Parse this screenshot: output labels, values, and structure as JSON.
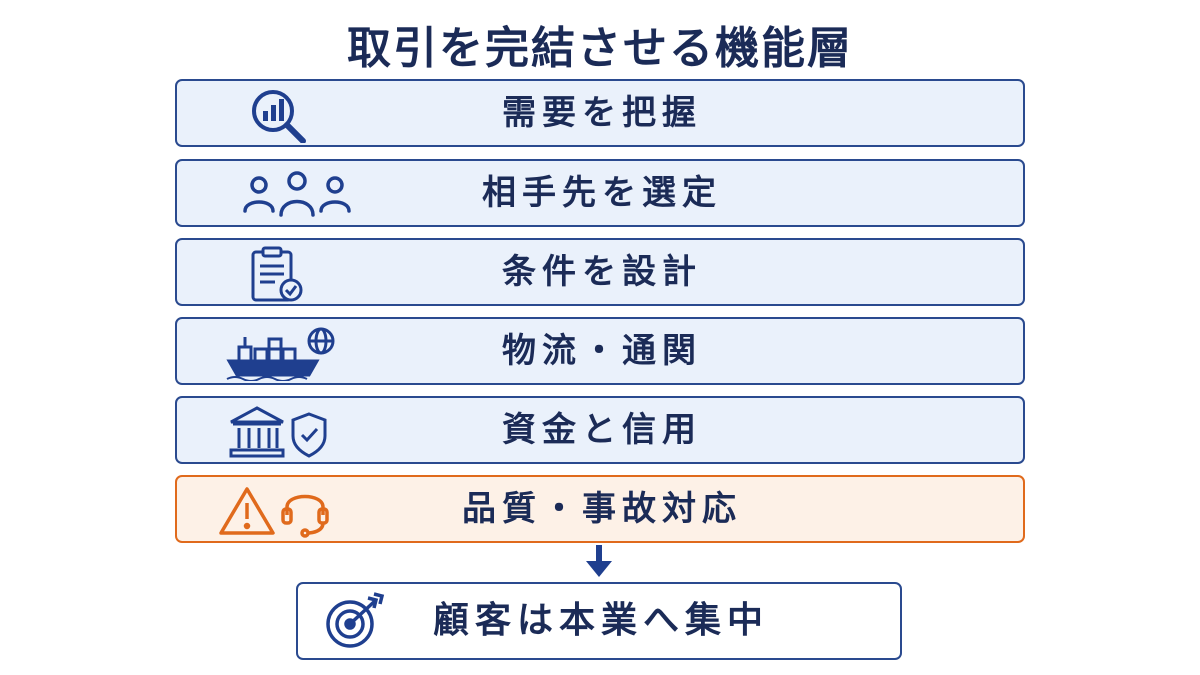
{
  "title": "取引を完結させる機能層",
  "layers": [
    {
      "label": "需要を把握",
      "icon": "magnifier-chart-icon"
    },
    {
      "label": "相手先を選定",
      "icon": "people-group-icon"
    },
    {
      "label": "条件を設計",
      "icon": "clipboard-check-icon"
    },
    {
      "label": "物流・通関",
      "icon": "cargo-ship-globe-icon"
    },
    {
      "label": "資金と信用",
      "icon": "bank-shield-icon"
    },
    {
      "label": "品質・事故対応",
      "icon": "warning-headset-icon",
      "accent": "#e06a1c"
    }
  ],
  "goal": {
    "label": "顧客は本業へ集中",
    "icon": "target-arrow-icon"
  },
  "colors": {
    "navy": "#1b2b57",
    "border": "#2a4a8f",
    "fill": "#eaf1fb",
    "warning": "#e06a1c"
  }
}
